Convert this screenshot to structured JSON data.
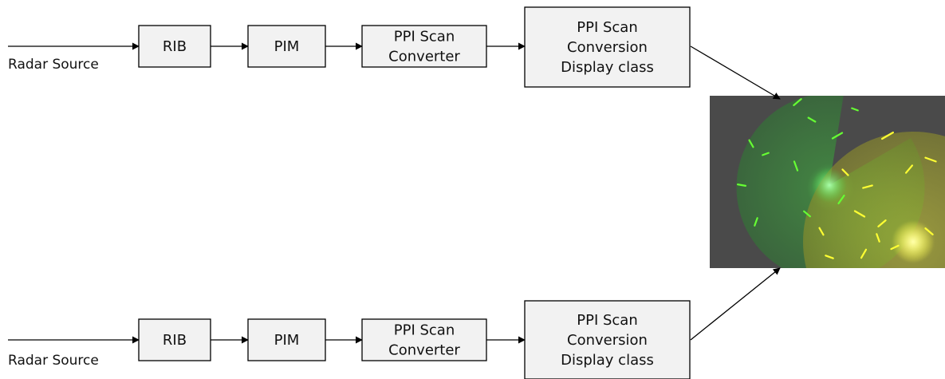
{
  "pipelines": [
    {
      "source_label": "Radar Source",
      "blocks": [
        {
          "lines": [
            "RIB"
          ]
        },
        {
          "lines": [
            "PIM"
          ]
        },
        {
          "lines": [
            "PPI Scan",
            "Converter"
          ]
        },
        {
          "lines": [
            "PPI Scan",
            "Conversion",
            "Display class"
          ]
        }
      ]
    },
    {
      "source_label": "Radar Source",
      "blocks": [
        {
          "lines": [
            "RIB"
          ]
        },
        {
          "lines": [
            "PIM"
          ]
        },
        {
          "lines": [
            "PPI Scan",
            "Converter"
          ]
        },
        {
          "lines": [
            "PPI Scan",
            "Conversion",
            "Display class"
          ]
        }
      ]
    }
  ],
  "colors": {
    "block_fill": "#f2f2f2",
    "block_stroke": "#000000",
    "display_bg": "#4a4a4a",
    "sweep_green": "#2e8b2e",
    "sweep_yellow": "#9a9a2a",
    "echo_green": "#66ff33",
    "echo_yellow": "#ffff33"
  },
  "display_image": {
    "icon": "radar-display-image"
  }
}
